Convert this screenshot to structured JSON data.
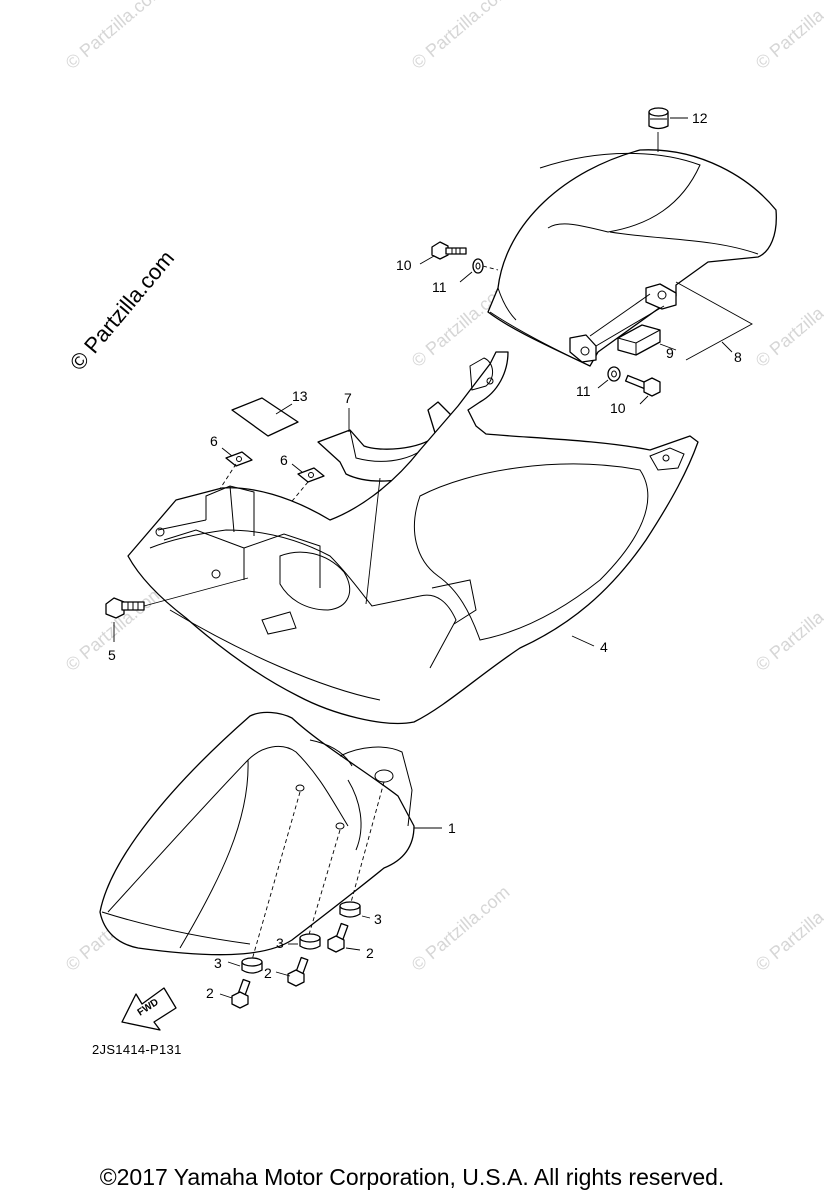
{
  "watermark": {
    "text": "© Partzilla.com",
    "prominent_text": "© Partzilla.com"
  },
  "parts": {
    "1": "1",
    "2": "2",
    "3": "3",
    "4": "4",
    "5": "5",
    "6": "6",
    "7": "7",
    "8": "8",
    "9": "9",
    "10": "10",
    "11": "11",
    "12": "12",
    "13": "13"
  },
  "fwd_label": "FWD",
  "diagram_code": "2JS1414-P131",
  "copyright": "©2017 Yamaha Motor Corporation, U.S.A. All rights reserved.",
  "colors": {
    "line": "#000000",
    "watermark": "#d6d6d6",
    "background": "#ffffff"
  }
}
